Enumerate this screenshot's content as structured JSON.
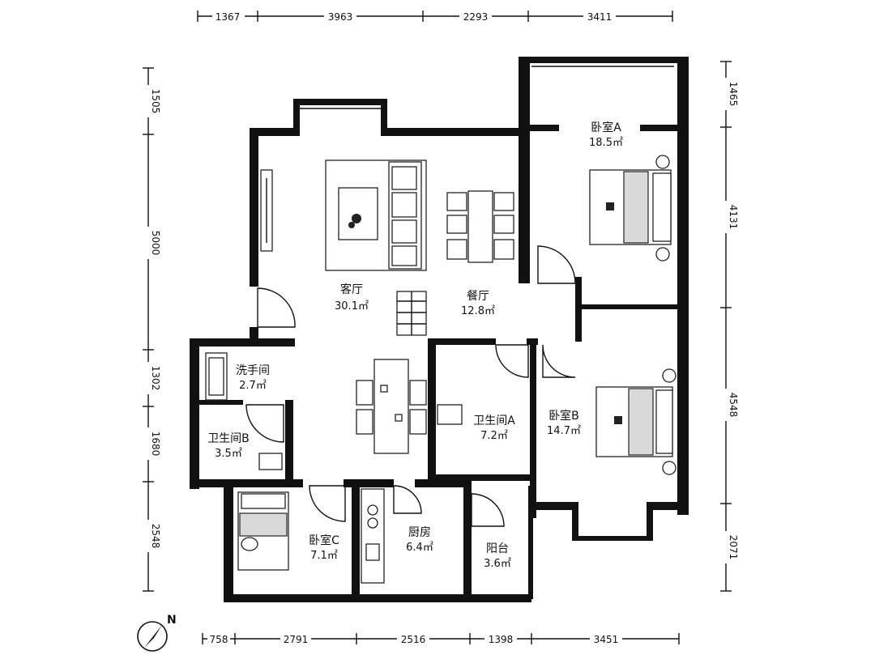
{
  "dimensions": {
    "top": [
      "1367",
      "3963",
      "2293",
      "3411"
    ],
    "bottom": [
      "758",
      "2791",
      "2516",
      "1398",
      "3451"
    ],
    "left": [
      "1505",
      "5000",
      "1302",
      "1680",
      "2548"
    ],
    "right": [
      "1465",
      "4131",
      "4548",
      "2071"
    ]
  },
  "rooms": {
    "living": {
      "name": "客厅",
      "area": "30.1㎡"
    },
    "dining": {
      "name": "餐厅",
      "area": "12.8㎡"
    },
    "bedroom_a": {
      "name": "卧室A",
      "area": "18.5㎡"
    },
    "bedroom_b": {
      "name": "卧室B",
      "area": "14.7㎡"
    },
    "bedroom_c": {
      "name": "卧室C",
      "area": "7.1㎡"
    },
    "washroom": {
      "name": "洗手间",
      "area": "2.7㎡"
    },
    "bathroom_a": {
      "name": "卫生间A",
      "area": "7.2㎡"
    },
    "bathroom_b": {
      "name": "卫生间B",
      "area": "3.5㎡"
    },
    "kitchen": {
      "name": "厨房",
      "area": "6.4㎡"
    },
    "balcony": {
      "name": "阳台",
      "area": "3.6㎡"
    }
  },
  "compass": {
    "label": "N"
  }
}
